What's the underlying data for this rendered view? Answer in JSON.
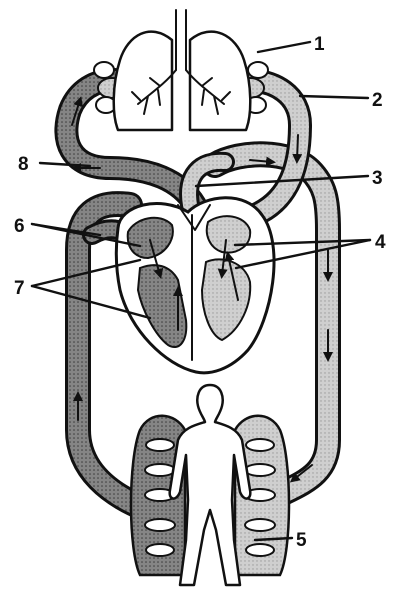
{
  "colors": {
    "outline": "#111111",
    "oxygenated": "#d6d6d6",
    "deoxygenated": "#8e8e8e",
    "tissue": "#ffffff"
  },
  "labels": {
    "l1": "1",
    "l2": "2",
    "l3": "3",
    "l4": "4",
    "l5": "5",
    "l6": "6",
    "l7": "7",
    "l8": "8"
  },
  "icons": [
    "lungs-icon",
    "heart-icon",
    "human-body-icon",
    "flow-arrow-icon"
  ]
}
